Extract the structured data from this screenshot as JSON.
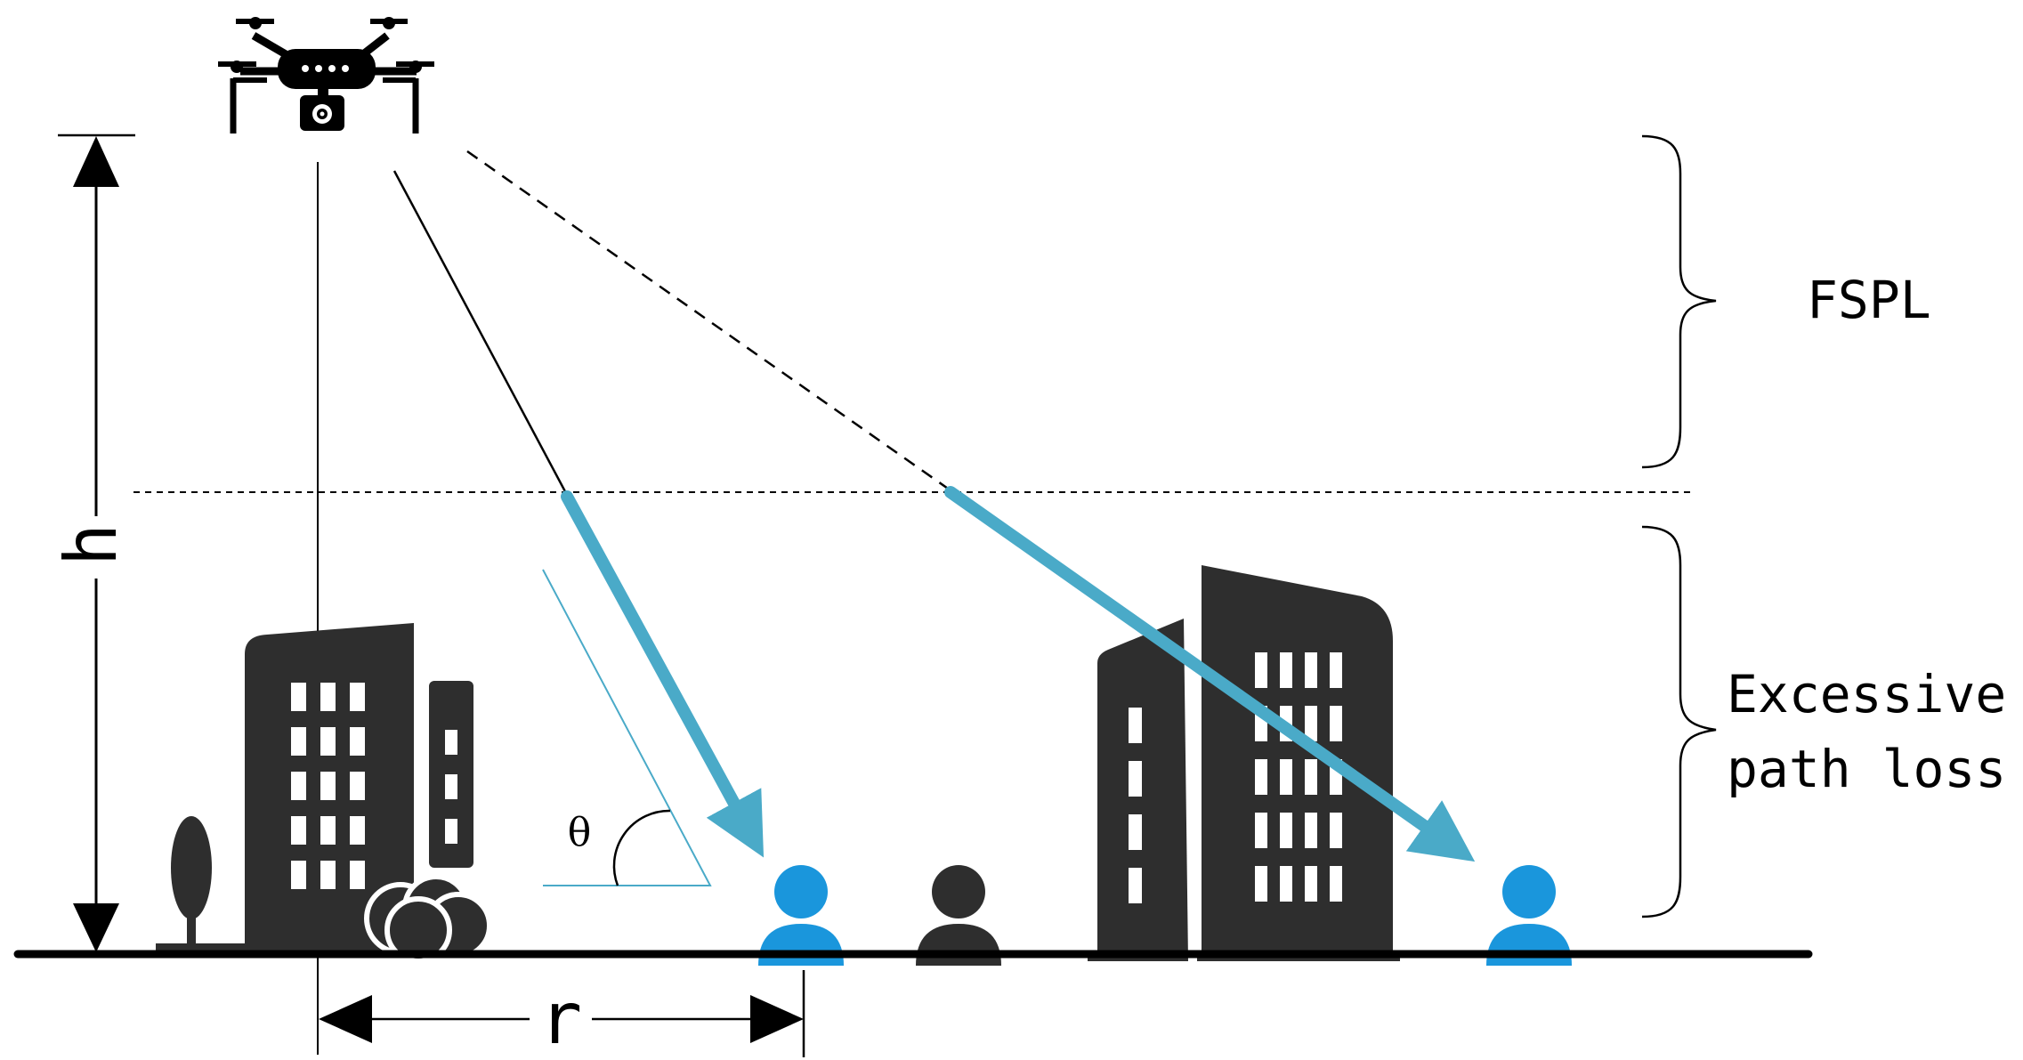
{
  "labels": {
    "height": "h",
    "distance": "r",
    "angle": "θ",
    "fspl": "FSPL",
    "excessive_line1": "Excessive",
    "excessive_line2": "path loss"
  },
  "colors": {
    "ink": "#000000",
    "building": "#2e2e2e",
    "user_blue": "#1a96dc",
    "user_dark": "#2e2e2e",
    "signal": "#4aaac8"
  },
  "icons": {
    "uav": "drone-icon",
    "user": "person-icon",
    "building": "building-icon",
    "tree": "tree-icon",
    "bush": "bush-icon"
  }
}
